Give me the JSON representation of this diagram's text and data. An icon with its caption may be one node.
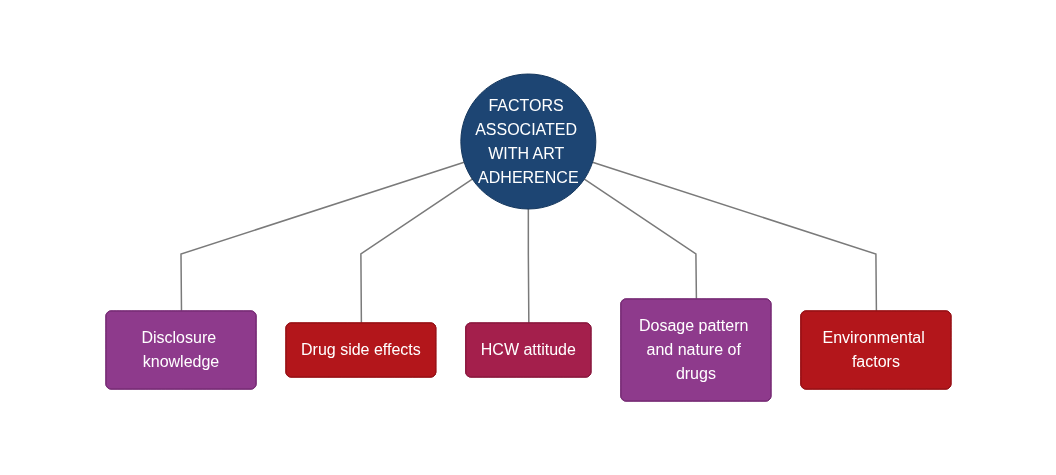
{
  "diagram": {
    "nodes": [
      {
        "text": [
          "FACTORS ASSOCIATED WITH ART ADHERENCE"
        ]
      },
      {
        "text": [
          "Disclosure knowledge"
        ]
      },
      {
        "text": [
          "Drug side effects"
        ]
      },
      {
        "text": [
          "HCW attitude"
        ]
      },
      {
        "text": [
          "Dosage pattern and nature of drugs"
        ]
      },
      {
        "text": [
          "Environmental factors"
        ]
      }
    ],
    "edges": [
      {
        "from": 0,
        "to": 1,
        "arrow": "none"
      },
      {
        "from": 0,
        "to": 2,
        "arrow": "none"
      },
      {
        "from": 0,
        "to": 3,
        "arrow": "none"
      },
      {
        "from": 0,
        "to": 4,
        "arrow": "none"
      },
      {
        "from": 0,
        "to": 5,
        "arrow": "none"
      }
    ]
  }
}
